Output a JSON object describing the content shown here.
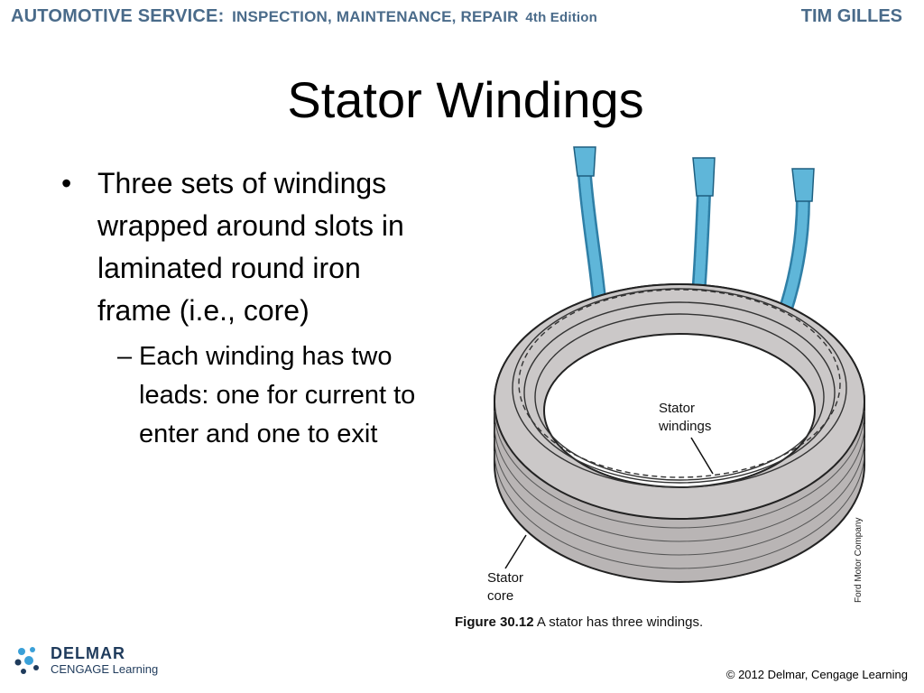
{
  "header": {
    "title_main": "AUTOMOTIVE SERVICE:",
    "title_sub": "INSPECTION, MAINTENANCE, REPAIR",
    "edition": "4th Edition",
    "author": "TIM GILLES"
  },
  "slide": {
    "title": "Stator Windings",
    "bullet1": "Three sets of windings wrapped around slots in laminated round iron frame (i.e., core)",
    "bullet_marker": "•",
    "sub_marker": "–",
    "sub_bullet1": "Each winding has two leads: one for current to enter and one to exit"
  },
  "figure": {
    "label_windings_1": "Stator",
    "label_windings_2": "windings",
    "label_core_1": "Stator",
    "label_core_2": "core",
    "caption_number": "Figure 30.12",
    "caption_text": "A stator has three windings.",
    "credit": "Ford Motor Company"
  },
  "footer": {
    "logo_line1": "DELMAR",
    "logo_line2": "CENGAGE Learning",
    "copyright": "© 2012 Delmar, Cengage Learning"
  },
  "colors": {
    "header": "#4a6b8a",
    "lead_wire": "#5fb6d9",
    "stator_fill": "#cbc8c8",
    "logo_blue": "#1f3b5c",
    "logo_accent": "#3aa0d8"
  }
}
